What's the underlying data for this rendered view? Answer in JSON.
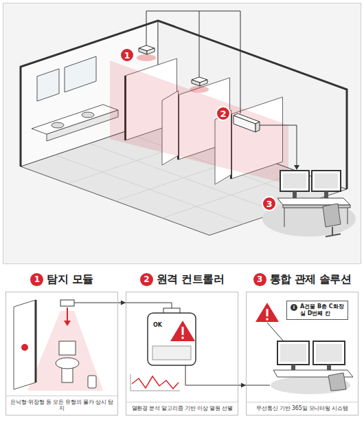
{
  "diagram": {
    "nodes": [
      {
        "text": [
          "탐지 모듈",
          "은닉형·위장형 등 모든 유형의 몰카 상시 탐지"
        ]
      },
      {
        "text": [
          "원격 컨트롤러",
          "열환경 분석 알고리즘 기반 이상 열원 선별"
        ]
      },
      {
        "text": [
          "통합 관제 솔루션",
          "무선통신 기반 365일 모니터링 시스템"
        ]
      },
      {
        "text": [
          "A건물 B층 C화장실 D번째 칸"
        ],
        "in": 2
      }
    ],
    "edges": [
      {
        "from": 0,
        "to": 1,
        "arrow": "to"
      },
      {
        "from": 1,
        "to": 2,
        "arrow": "to"
      }
    ],
    "labels": [
      "1",
      "2",
      "3",
      "1",
      "2",
      "3",
      "OK",
      "i"
    ]
  }
}
